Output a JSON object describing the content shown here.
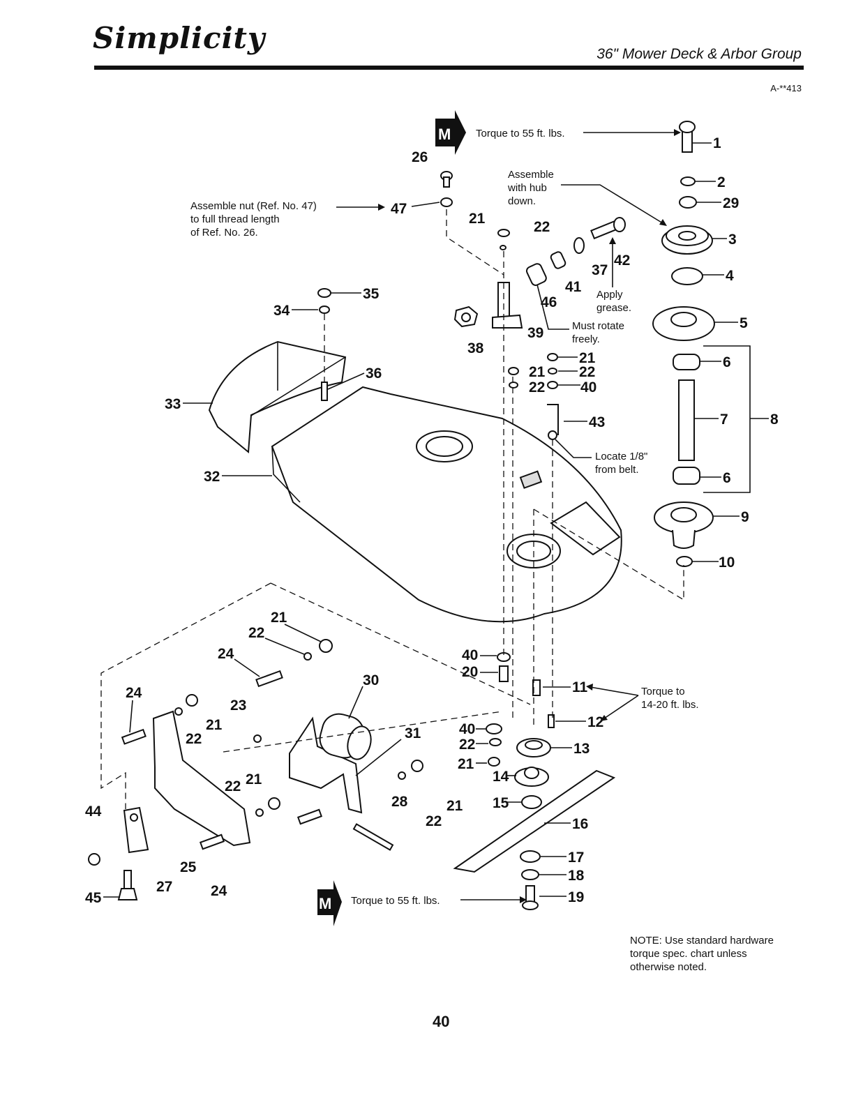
{
  "header": {
    "brand": "Simplicity",
    "subtitle": "36\" Mower Deck & Arbor Group",
    "figure_code": "A-**413"
  },
  "notes": {
    "torque_top": "Torque to 55 ft. lbs.",
    "torque_bottom": "Torque to 55 ft. lbs.",
    "assemble_hub_line1": "Assemble",
    "assemble_hub_line2": "with hub",
    "assemble_hub_line3": "down.",
    "assemble_nut_line1": "Assemble nut (Ref. No. 47)",
    "assemble_nut_line2": "to full thread length",
    "assemble_nut_line3": "of Ref. No. 26.",
    "apply_grease_line1": "Apply",
    "apply_grease_line2": "grease.",
    "must_rotate_line1": "Must rotate",
    "must_rotate_line2": "freely.",
    "locate_line1": "Locate 1/8\"",
    "locate_line2": "from belt.",
    "torque_small_line1": "Torque to",
    "torque_small_line2": "14-20 ft. lbs.",
    "footnote_line1": "NOTE: Use standard hardware",
    "footnote_line2": "torque spec. chart unless",
    "footnote_line3": "otherwise noted."
  },
  "badge_letter": "M",
  "page_number": "40",
  "callouts": [
    "1",
    "2",
    "29",
    "3",
    "4",
    "5",
    "6",
    "7",
    "8",
    "6",
    "9",
    "10",
    "26",
    "47",
    "21",
    "22",
    "42",
    "37",
    "41",
    "46",
    "39",
    "38",
    "35",
    "34",
    "36",
    "33",
    "32",
    "21",
    "21",
    "22",
    "22",
    "40",
    "43",
    "40",
    "20",
    "11",
    "12",
    "40",
    "22",
    "21",
    "13",
    "14",
    "15",
    "16",
    "17",
    "18",
    "19",
    "21",
    "22",
    "24",
    "30",
    "24",
    "21",
    "22",
    "23",
    "31",
    "22",
    "21",
    "21",
    "22",
    "28",
    "44",
    "25",
    "27",
    "24",
    "45"
  ]
}
